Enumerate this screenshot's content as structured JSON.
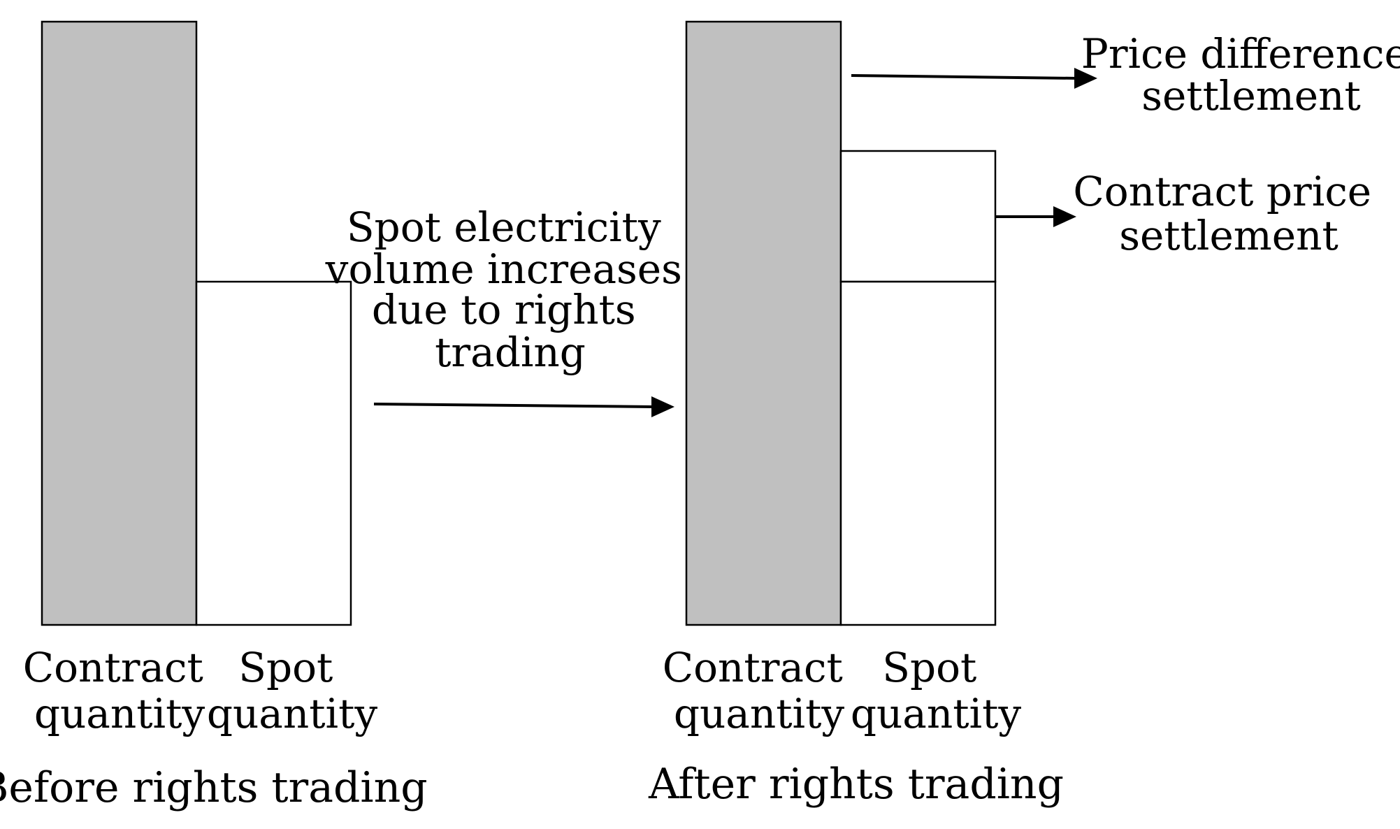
{
  "colors": {
    "contract_bar": "#c0c0c0",
    "spot_bar": "#ffffff",
    "outline": "#000000"
  },
  "before": {
    "contract_label": [
      "Contract",
      "quantity"
    ],
    "spot_label": [
      "Spot",
      "quantity"
    ],
    "caption": "Before rights trading"
  },
  "transition": {
    "label": [
      "Spot electricity",
      "volume increases",
      "due to rights",
      "trading"
    ]
  },
  "after": {
    "contract_label": [
      "Contract",
      "quantity"
    ],
    "spot_label": [
      "Spot",
      "quantity"
    ],
    "caption": "After rights trading",
    "price_difference_label": [
      "Price difference",
      "settlement"
    ],
    "contract_price_label": [
      "Contract price",
      "settlement"
    ]
  }
}
